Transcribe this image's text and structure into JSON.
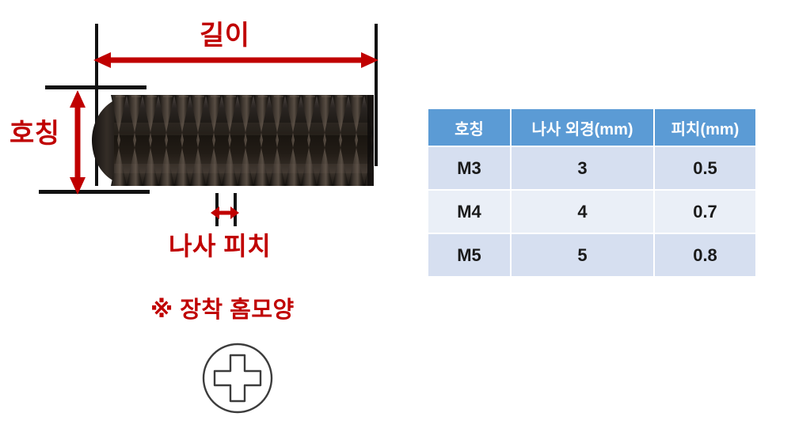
{
  "diagram": {
    "labels": {
      "length": "길이",
      "nominal": "호칭",
      "pitch": "나사 피치",
      "groove_note": "※ 장착 홈모양"
    },
    "icons": {
      "phillips": "phillips-cross-head-icon",
      "screw": "hex-socket-set-screw-image"
    },
    "accent_color": "#c00000"
  },
  "table": {
    "headers": [
      "호칭",
      "나사 외경(mm)",
      "피치(mm)"
    ],
    "rows": [
      {
        "name": "M3",
        "diameter": "3",
        "pitch": "0.5"
      },
      {
        "name": "M4",
        "diameter": "4",
        "pitch": "0.7"
      },
      {
        "name": "M5",
        "diameter": "5",
        "pitch": "0.8"
      }
    ],
    "header_color": "#5b9bd5",
    "row_color_odd": "#d6dff0",
    "row_color_even": "#eaeff7"
  }
}
